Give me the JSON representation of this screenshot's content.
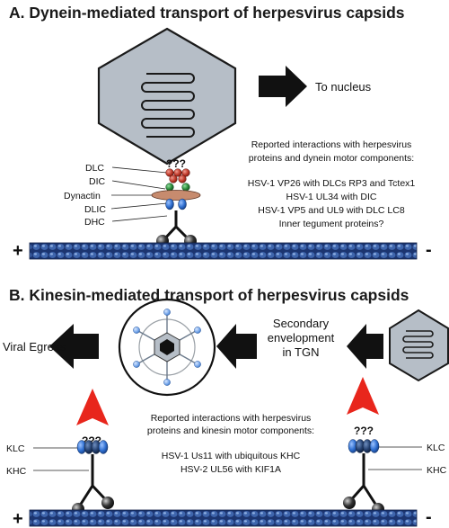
{
  "panel_a": {
    "title": "A.  Dynein-mediated transport of herpesvirus capsids",
    "destination": "To nucleus",
    "unknown": "???",
    "labels": {
      "dlc": "DLC",
      "dic": "DIC",
      "dynactin": "Dynactin",
      "dlic": "DLIC",
      "dhc": "DHC"
    },
    "interactions": [
      "Reported interactions with herpesvirus",
      "proteins and dynein motor components:",
      "HSV-1 VP26 with DLCs RP3 and Tctex1",
      "HSV-1 UL34 with DIC",
      "HSV-1 VP5 and UL9 with DLC LC8",
      "Inner tegument proteins?"
    ],
    "plus": "+",
    "minus": "-"
  },
  "panel_b": {
    "title": "B.  Kinesin-mediated transport of herpesvirus capsids",
    "egress": "Viral Egress",
    "envelopment": [
      "Secondary",
      "envelopment",
      "in TGN"
    ],
    "unknown": "???",
    "labels": {
      "klc_left": "KLC",
      "khc_left": "KHC",
      "klc_right": "KLC",
      "khc_right": "KHC"
    },
    "interactions": [
      "Reported interactions with herpesvirus",
      "proteins and kinesin motor components:",
      "HSV-1 Us11 with ubiquitous KHC",
      "HSV-2 UL56 with KIF1A"
    ],
    "plus": "+",
    "minus": "-"
  },
  "colors": {
    "microtubule": "#1e3a78",
    "microtubule_highlight": "#4f76b8",
    "capsid_fill": "#b6bec7",
    "arrow": "#111111",
    "red_arrow": "#e8261c",
    "blue_subunit": "#2f6fd0",
    "dlc_red": "#c03a2b",
    "dic_green": "#2a8a3a",
    "dynactin": "#c78b6e"
  }
}
